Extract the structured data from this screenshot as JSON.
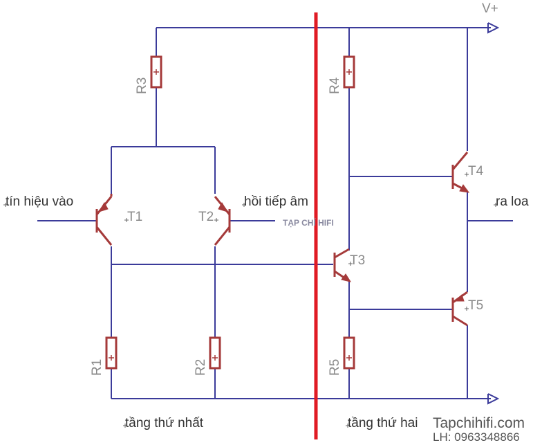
{
  "labels": {
    "vplus": "V+",
    "input": "tín hiệu vào",
    "feedback": "hồi tiếp âm",
    "output": "ra loa",
    "stage1": "tầng thứ nhất",
    "stage2": "tầng thứ hai"
  },
  "components": {
    "r1": "R1",
    "r2": "R2",
    "r3": "R3",
    "r4": "R4",
    "r5": "R5",
    "t1": "T1",
    "t2": "T2",
    "t3": "T3",
    "t4": "T4",
    "t5": "T5"
  },
  "watermark": {
    "center": "TẠP CHÍ HIFI",
    "site": "Tapchihifi.com",
    "contact": "LH: 0963348866"
  },
  "colors": {
    "wire": "#3b3b9a",
    "component": "#a53a3a",
    "divider": "#e01b24"
  }
}
